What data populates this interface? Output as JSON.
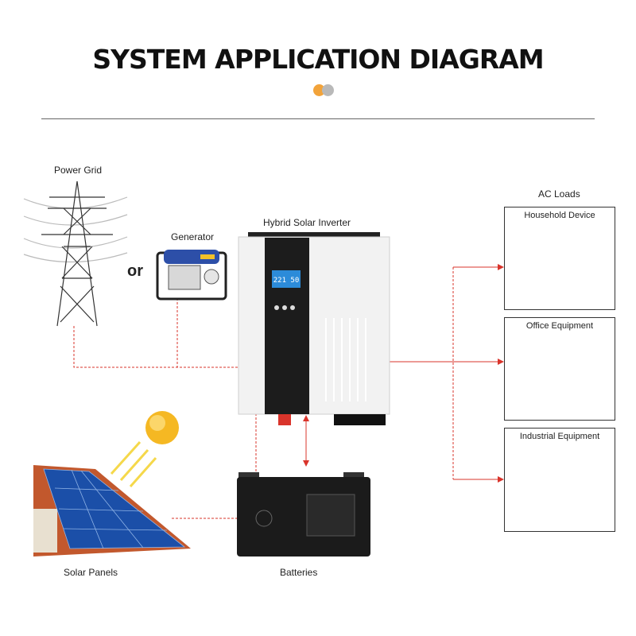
{
  "title": "SYSTEM APPLICATION DIAGRAM",
  "labels": {
    "power_grid": "Power Grid",
    "generator": "Generator",
    "or": "or",
    "inverter": "Hybrid Solar Inverter",
    "ac_loads": "AC Loads",
    "household": "Household Device",
    "office": "Office Equipment",
    "industrial": "Industrial Equipment",
    "solar_panels": "Solar Panels",
    "batteries": "Batteries"
  },
  "inverter_display": "221 50",
  "colors": {
    "connector": "#d9342b",
    "dot_orange": "#f2a33a",
    "dot_gray": "#b9b9b9",
    "inverter_body": "#f2f2f2",
    "inverter_panel": "#1c1c1c",
    "battery": "#1b1b1b"
  },
  "icons": [
    "power-tower-icon",
    "generator-icon",
    "inverter-icon",
    "sun-icon",
    "solar-panel-icon",
    "battery-icon",
    "appliance-icon"
  ]
}
